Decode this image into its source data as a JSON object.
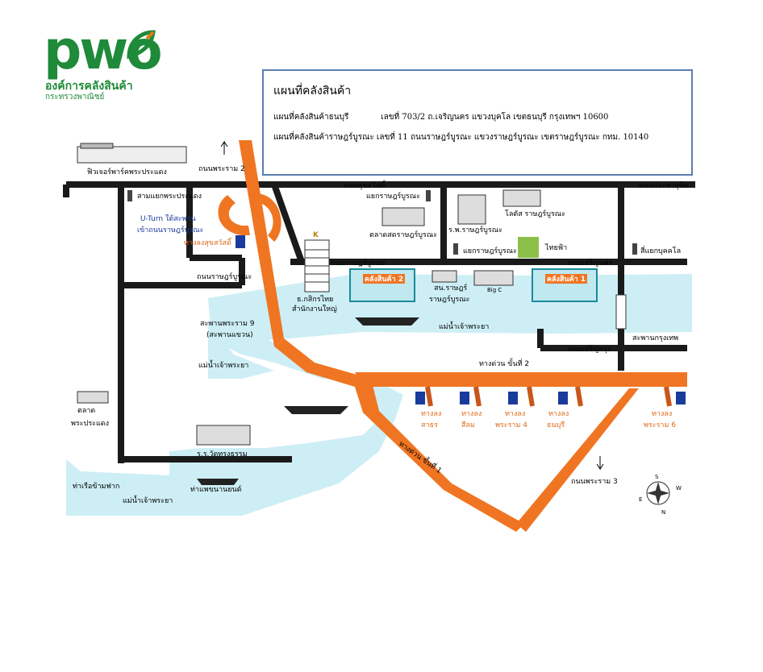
{
  "logo": {
    "word": "pwo",
    "name": "องค์การคลังสินค้า",
    "ministry": "กระทรวงพาณิชย์",
    "color": "#1f8a3a"
  },
  "infobox": {
    "title": "แผนที่คลังสินค้า",
    "rows": [
      {
        "name": "แผนที่คลังสินค้าธนบุรี",
        "address": "เลขที่ 703/2 ถ.เจริญนคร แขวงบุคโล เขตธนบุรี กรุงเทพฯ 10600"
      },
      {
        "name": "แผนที่คลังสินค้าราษฎร์บูรณะ",
        "address": "เลขที่ 11 ถนนราษฎร์บูรณะ แขวงราษฎร์บูรณะ เขตราษฎร์บูรณะ กทม. 10140"
      }
    ]
  },
  "map": {
    "colors": {
      "road": "#1a1a1a",
      "expressway": "#f07522",
      "river": "#cdeef5",
      "expressway_dark": "#c8561a"
    },
    "labels": {
      "road_rama2": "ถนนพระราม 2",
      "fashion_park": "ฟิวเจอร์พาร์คพระประแดง",
      "road_suksawat": "ถนนสุขสวัสดิ์",
      "road_pracha_uthit": "ถนนประชาอุทิศ",
      "junction_phrapradaeng": "สามแยกพระประแดง",
      "junction_ratburana": "แยกราษฎร์บูรณะ",
      "uturn_line1": "U-Turn ใต้สะพาน",
      "uturn_line2": "เข้าถนนราษฎร์บูรณะ",
      "exit_suksawat": "ทางลงสุขสวัสดิ์",
      "market_ratburana": "ตลาดสดราษฎร์บูรณะ",
      "hospital": "ร.พ.ราษฎร์บูรณะ",
      "lotus": "โลตัส ราษฎร์บูรณะ",
      "junction_ratburana_2": "แยกราษฎร์บูรณะ",
      "thaiwatsadu": "ไทยฟ้า",
      "junction_bukkhalo": "สี่แยกบุคคโล",
      "k_bank_letter": "K",
      "k_bank_line1": "ธ.กสิกรไทย",
      "k_bank_line2": "สำนักงานใหญ่",
      "road_ratburana": "ถนนราษฎร์บูรณะ",
      "road_ratburana_left": "ถนนราษฎร์บูรณะ",
      "road_charoennakhon": "ถนนเจริญนคร",
      "warehouse2": "คลังสินค้า 2",
      "warehouse1": "คลังสินค้า 1",
      "police_line1": "สน.ราษฎร์",
      "police_line2": "ราษฎร์บูรณะ",
      "bigc": "Big C",
      "bridge_rama9_line1": "สะพานพระราม 9",
      "bridge_rama9_line2": "(สะพานแขวน)",
      "river_top": "แม่น้ำเจ้าพระยา",
      "river_mid": "แม่น้ำเจ้าพระยา",
      "river_bottom": "แม่น้ำเจ้าพระยา",
      "bridge_krungthep": "สะพานกรุงเทพ",
      "road_charoenkrung": "ถนนเจริญกรุง",
      "expressway2": "ทางด่วน ขั้นที่ 2",
      "expressway1": "ทางด่วน ขั้นที่ 1",
      "market_phrapradaeng_line1": "ตลาด",
      "market_phrapradaeng_line2": "พระประแดง",
      "school": "ร.ร.วัดทรงธรรม",
      "ferry_left": "ท่าเรือข้ามฟาก",
      "ferry_car": "ท่าแพขนานยนต์",
      "exit_sathon_1": "ทางลง",
      "exit_sathon_2": "สาธร",
      "exit_silom_1": "ทางลง",
      "exit_silom_2": "สีลม",
      "exit_rama4_1": "ทางลง",
      "exit_rama4_2": "พระราม 4",
      "exit_tanon_1": "ทางลง",
      "exit_tanon_2": "ธนบุรี",
      "exit_rama6_1": "ทางลง",
      "exit_rama6_2": "พระราม 6",
      "road_rama3": "ถนนพระราม 3",
      "compass_s": "S",
      "compass_w": "W",
      "compass_e": "E",
      "compass_n": "N"
    }
  }
}
